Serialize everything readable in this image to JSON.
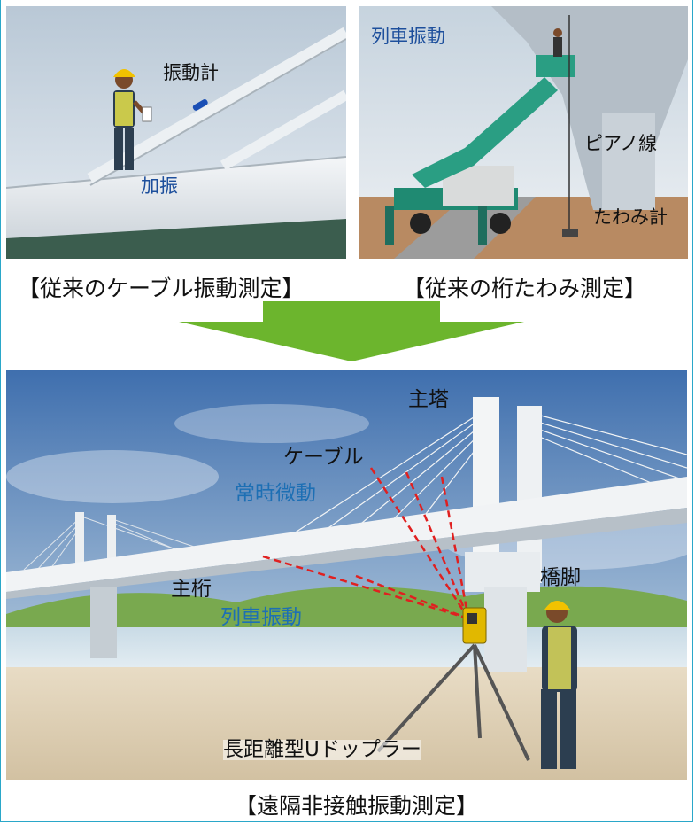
{
  "panel_cable": {
    "label_vibrometer": "振動計",
    "label_excitation": "加振",
    "caption": "【従来のケーブル振動測定】"
  },
  "panel_deflection": {
    "label_train_vibration": "列車振動",
    "label_piano_wire": "ピアノ線",
    "label_deflection_meter": "たわみ計",
    "caption": "【従来の桁たわみ測定】"
  },
  "panel_remote": {
    "label_main_tower": "主塔",
    "label_cable": "ケーブル",
    "label_ambient_vibration": "常時微動",
    "label_main_girder": "主桁",
    "label_train_vibration": "列車振動",
    "label_pier": "橋脚",
    "label_doppler": "長距離型Uドップラー",
    "caption": "【遠隔非接触振動測定】"
  },
  "colors": {
    "arrow": "#6cb52d",
    "frame": "#2aa7c9",
    "blue_label": "#1d4f9c",
    "laser": "#e02020"
  }
}
